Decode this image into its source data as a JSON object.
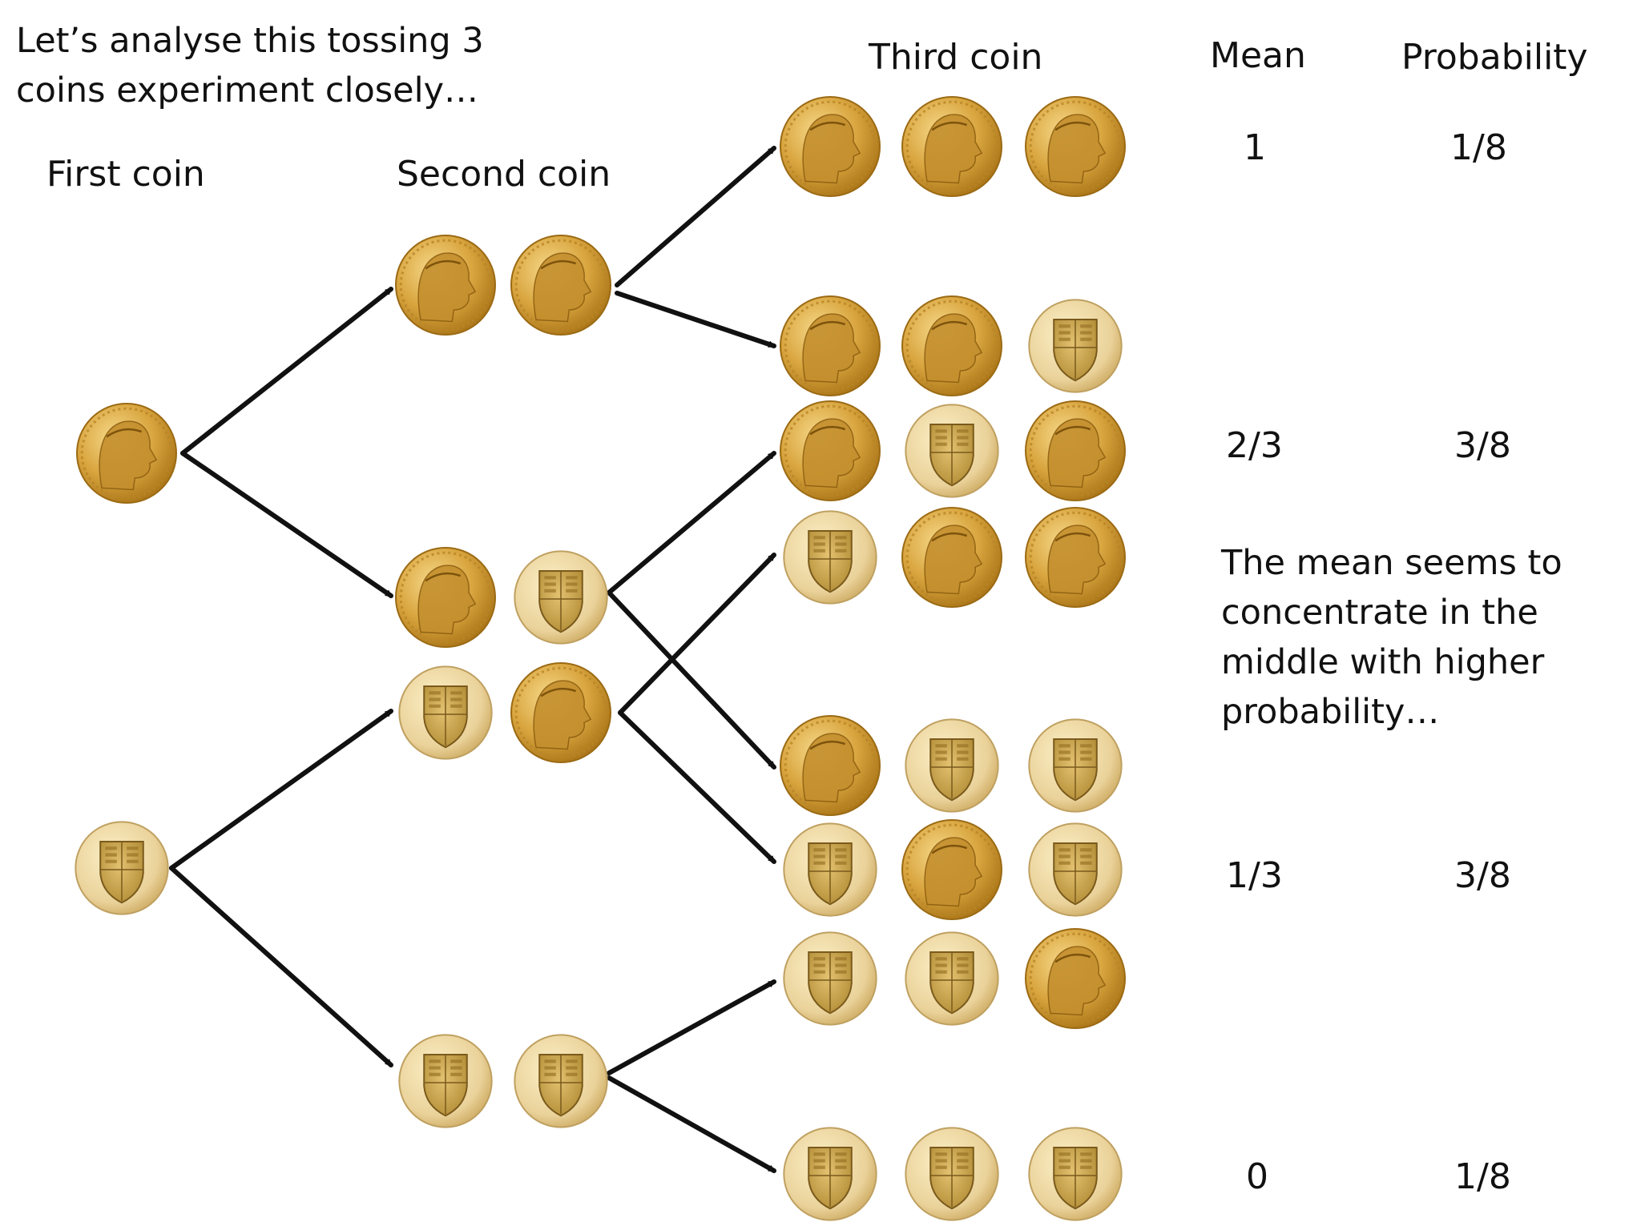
{
  "intro": {
    "line1": "Let’s analyse this tossing 3",
    "line2": "coins experiment closely…"
  },
  "columns": {
    "first": "First coin",
    "second": "Second coin",
    "third": "Third coin",
    "mean": "Mean",
    "probability": "Probability"
  },
  "coin_faces": {
    "H": "queen-head-icon",
    "T": "shield-tails-icon"
  },
  "colors": {
    "gold": "#d9a640",
    "pale_gold": "#e8cf92",
    "arrow": "#111111"
  },
  "tree": {
    "first": [
      "H",
      "T"
    ],
    "second": [
      [
        "H",
        "H"
      ],
      [
        "H",
        "T"
      ],
      [
        "T",
        "H"
      ],
      [
        "T",
        "T"
      ]
    ],
    "outcomes": [
      [
        "H",
        "H",
        "H"
      ],
      [
        "H",
        "H",
        "T"
      ],
      [
        "H",
        "T",
        "H"
      ],
      [
        "T",
        "H",
        "H"
      ],
      [
        "H",
        "T",
        "T"
      ],
      [
        "T",
        "H",
        "T"
      ],
      [
        "T",
        "T",
        "H"
      ],
      [
        "T",
        "T",
        "T"
      ]
    ]
  },
  "results": [
    {
      "mean": "1",
      "probability": "1/8"
    },
    {
      "mean": "2/3",
      "probability": "3/8"
    },
    {
      "mean": "1/3",
      "probability": "3/8"
    },
    {
      "mean": "0",
      "probability": "1/8"
    }
  ],
  "note": {
    "line1": "The mean seems to",
    "line2": "concentrate in the",
    "line3": "middle with higher",
    "line4": "probability…"
  }
}
